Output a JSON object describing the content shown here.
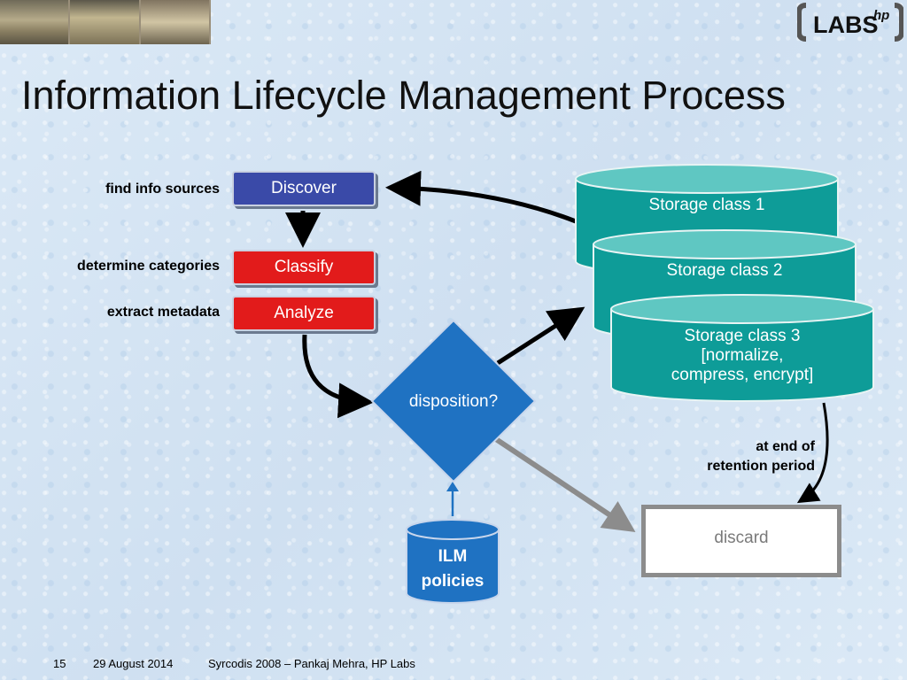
{
  "slide_title": "Information Lifecycle Management Process",
  "logo": {
    "text": "LABS",
    "superscript": "hp"
  },
  "steps": [
    {
      "label": "Discover",
      "annotation": "find info sources",
      "color": "#3a4aa8"
    },
    {
      "label": "Classify",
      "annotation": "determine categories",
      "color": "#e21b1b"
    },
    {
      "label": "Analyze",
      "annotation": "extract metadata",
      "color": "#e21b1b"
    }
  ],
  "decision": {
    "label": "disposition?",
    "color": "#1f72c2"
  },
  "policies": {
    "line1": "ILM",
    "line2": "policies",
    "color": "#1f72c2"
  },
  "storage_classes": [
    {
      "label": "Storage class 1"
    },
    {
      "label": "Storage class 2"
    },
    {
      "line1": "Storage class 3",
      "line2": "[normalize,",
      "line3": "compress, encrypt]"
    }
  ],
  "storage_color": "#0e9c98",
  "retention_note": {
    "line1": "at end of",
    "line2": "retention period"
  },
  "discard": {
    "label": "discard"
  },
  "footer": {
    "slide_number": "15",
    "date": "29 August 2014",
    "credit": "Syrcodis 2008 – Pankaj Mehra, HP Labs"
  }
}
